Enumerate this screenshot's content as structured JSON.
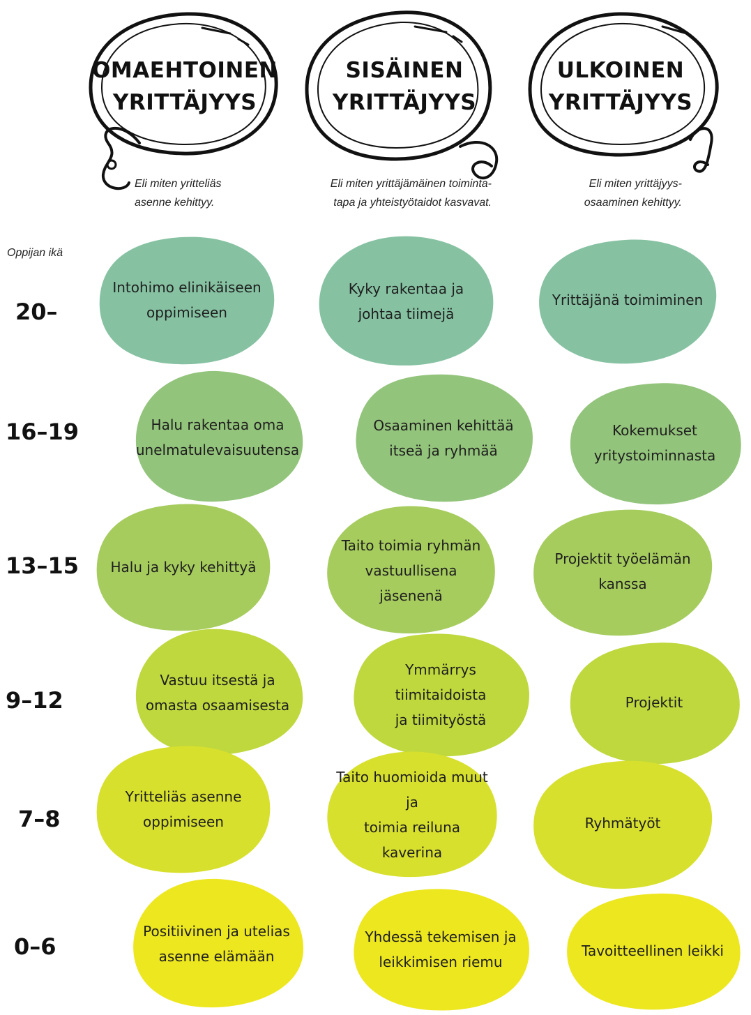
{
  "columns": [
    {
      "title_lines": [
        "OMAEHTOINEN",
        "YRITTÄJYYS"
      ],
      "subtitle_lines": [
        "Eli miten yritteliäs",
        "asenne kehittyy."
      ]
    },
    {
      "title_lines": [
        "SISÄINEN",
        "YRITTÄJYYS"
      ],
      "subtitle_lines": [
        "Eli miten yrittäjämäinen toiminta-",
        "tapa ja yhteistyötaidot kasvavat."
      ]
    },
    {
      "title_lines": [
        "ULKOINEN",
        "YRITTÄJYYS"
      ],
      "subtitle_lines": [
        "Eli miten yrittäjyys-",
        "osaaminen kehittyy."
      ]
    }
  ],
  "axis_title": "Oppijan ikä",
  "ages": [
    "20–",
    "16–19",
    "13–15",
    "9–12",
    "7–8",
    "0–6"
  ],
  "colors": {
    "row_20": "#86c2a2",
    "row_16_19": "#93c47b",
    "row_13_15": "#a6cc5e",
    "row_9_12": "#bfd83d",
    "row_7_8": "#d8e02e",
    "row_0_6": "#ede71f",
    "outline": "#111111"
  },
  "rows": [
    {
      "age": "20–",
      "cells": [
        [
          "Intohimo elinikäiseen",
          "oppimiseen"
        ],
        [
          "Kyky rakentaa ja",
          "johtaa tiimejä"
        ],
        [
          "Yrittäjänä toimiminen"
        ]
      ]
    },
    {
      "age": "16–19",
      "cells": [
        [
          "Halu rakentaa oma",
          "unelmatulevaisuutensa"
        ],
        [
          "Osaaminen kehittää",
          "itseä ja ryhmää"
        ],
        [
          "Kokemukset",
          "yritystoiminnasta"
        ]
      ]
    },
    {
      "age": "13–15",
      "cells": [
        [
          "Halu ja kyky kehittyä"
        ],
        [
          "Taito toimia ryhmän",
          "vastuullisena jäsenenä"
        ],
        [
          "Projektit työelämän",
          "kanssa"
        ]
      ]
    },
    {
      "age": "9–12",
      "cells": [
        [
          "Vastuu itsestä ja",
          "omasta osaamisesta"
        ],
        [
          "Ymmärrys tiimitaidoista",
          "ja tiimityöstä"
        ],
        [
          "Projektit"
        ]
      ]
    },
    {
      "age": "7–8",
      "cells": [
        [
          "Yritteliäs asenne",
          "oppimiseen"
        ],
        [
          "Taito huomioida muut ja",
          "toimia reiluna kaverina"
        ],
        [
          "Ryhmätyöt"
        ]
      ]
    },
    {
      "age": "0–6",
      "cells": [
        [
          "Positiivinen ja utelias",
          "asenne elämään"
        ],
        [
          "Yhdessä tekemisen ja",
          "leikkimisen riemu"
        ],
        [
          "Tavoitteellinen leikki"
        ]
      ]
    }
  ]
}
